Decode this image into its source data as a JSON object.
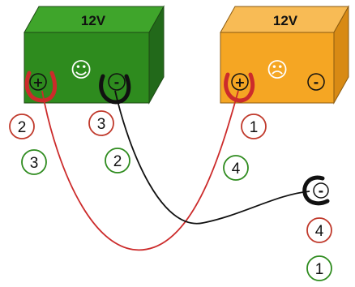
{
  "batteries": {
    "good": {
      "voltage": "12V",
      "face": "☺",
      "plus": "+",
      "minus": "-"
    },
    "dead": {
      "voltage": "12V",
      "face": "☹",
      "plus": "+",
      "minus": "-"
    }
  },
  "clamps": {
    "plus": "+",
    "minus": "-"
  },
  "steps": {
    "good_plus": [
      "2",
      "3"
    ],
    "good_minus": [
      "3",
      "2"
    ],
    "dead_plus": [
      "1",
      "4"
    ],
    "ground": [
      "4",
      "1"
    ]
  },
  "colors": {
    "good_battery": "#2e8b1e",
    "dead_battery": "#f5a623",
    "red_cable": "#cc2b2b",
    "black_cable": "#111111",
    "red_circle": "#c0392b",
    "green_circle": "#2e8b1e"
  }
}
